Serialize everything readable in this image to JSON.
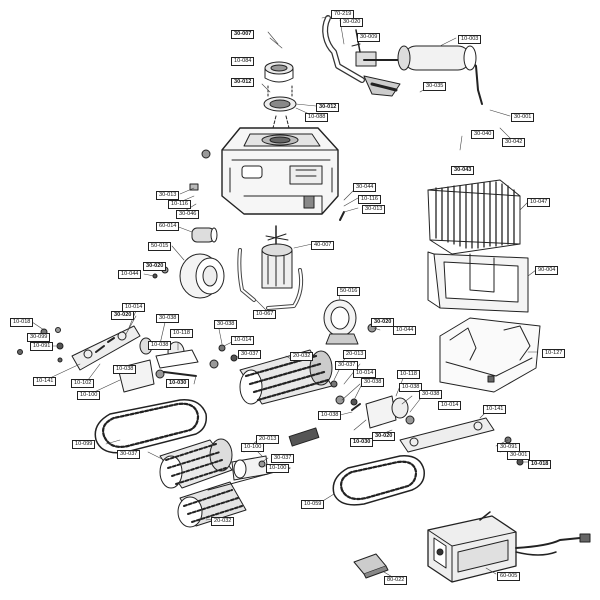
{
  "callouts": [
    {
      "id": "c01",
      "text": "70-219"
    },
    {
      "id": "c02",
      "text": "30-020"
    },
    {
      "id": "c03",
      "text": "30-009"
    },
    {
      "id": "c04",
      "text": "10-003"
    },
    {
      "id": "c05",
      "text": "30-007",
      "bold": true
    },
    {
      "id": "c06",
      "text": "10-084"
    },
    {
      "id": "c07",
      "text": "30-012",
      "bold": true
    },
    {
      "id": "c08",
      "text": "30-012",
      "bold": true
    },
    {
      "id": "c09",
      "text": "10-088"
    },
    {
      "id": "c10",
      "text": "30-035"
    },
    {
      "id": "c11",
      "text": "30-001"
    },
    {
      "id": "c12",
      "text": "30-040"
    },
    {
      "id": "c13",
      "text": "30-042"
    },
    {
      "id": "c14",
      "text": "30-043",
      "bold": true
    },
    {
      "id": "c15",
      "text": "30-044"
    },
    {
      "id": "c16",
      "text": "30-013"
    },
    {
      "id": "c17",
      "text": "10-116"
    },
    {
      "id": "c18",
      "text": "30-046"
    },
    {
      "id": "c19",
      "text": "10-116"
    },
    {
      "id": "c20",
      "text": "30-013"
    },
    {
      "id": "c21",
      "text": "10-047"
    },
    {
      "id": "c22",
      "text": "60-014"
    },
    {
      "id": "c23",
      "text": "40-007"
    },
    {
      "id": "c24",
      "text": "50-015"
    },
    {
      "id": "c25",
      "text": "30-020",
      "bold": true
    },
    {
      "id": "c26",
      "text": "10-044"
    },
    {
      "id": "c27",
      "text": "90-004"
    },
    {
      "id": "c28",
      "text": "10-067"
    },
    {
      "id": "c29",
      "text": "50-016"
    },
    {
      "id": "c30",
      "text": "10-014"
    },
    {
      "id": "c31",
      "text": "30-020",
      "bold": true
    },
    {
      "id": "c32",
      "text": "30-038"
    },
    {
      "id": "c33",
      "text": "10-018"
    },
    {
      "id": "c34",
      "text": "30-038"
    },
    {
      "id": "c35",
      "text": "30-020",
      "bold": true
    },
    {
      "id": "c36",
      "text": "10-044"
    },
    {
      "id": "c37",
      "text": "30-099"
    },
    {
      "id": "c38",
      "text": "10-091"
    },
    {
      "id": "c39",
      "text": "10-118"
    },
    {
      "id": "c40",
      "text": "10-014"
    },
    {
      "id": "c41",
      "text": "10-127"
    },
    {
      "id": "c42",
      "text": "20-013"
    },
    {
      "id": "c43",
      "text": "30-037"
    },
    {
      "id": "c44",
      "text": "20-032"
    },
    {
      "id": "c45",
      "text": "10-141"
    },
    {
      "id": "c46",
      "text": "10-102"
    },
    {
      "id": "c47",
      "text": "10-038"
    },
    {
      "id": "c48",
      "text": "10-038"
    },
    {
      "id": "c49",
      "text": "10-100"
    },
    {
      "id": "c50",
      "text": "10-030",
      "bold": true
    },
    {
      "id": "c51",
      "text": "30-037"
    },
    {
      "id": "c52",
      "text": "10-014"
    },
    {
      "id": "c53",
      "text": "30-038"
    },
    {
      "id": "c54",
      "text": "10-118"
    },
    {
      "id": "c55",
      "text": "10-038"
    },
    {
      "id": "c56",
      "text": "30-038"
    },
    {
      "id": "c57",
      "text": "10-014"
    },
    {
      "id": "c58",
      "text": "10-141"
    },
    {
      "id": "c59",
      "text": "10-038"
    },
    {
      "id": "c60",
      "text": "30-020",
      "bold": true
    },
    {
      "id": "c61",
      "text": "10-030",
      "bold": true
    },
    {
      "id": "c62",
      "text": "10-099"
    },
    {
      "id": "c63",
      "text": "30-037"
    },
    {
      "id": "c64",
      "text": "20-013"
    },
    {
      "id": "c65",
      "text": "10-100"
    },
    {
      "id": "c66",
      "text": "30-037"
    },
    {
      "id": "c67",
      "text": "10-100"
    },
    {
      "id": "c68",
      "text": "30-091"
    },
    {
      "id": "c69",
      "text": "30-001"
    },
    {
      "id": "c70",
      "text": "10-018",
      "bold": true
    },
    {
      "id": "c71",
      "text": "10-059"
    },
    {
      "id": "c72",
      "text": "20-032"
    },
    {
      "id": "c73",
      "text": "60-005"
    },
    {
      "id": "c74",
      "text": "80-022"
    }
  ]
}
